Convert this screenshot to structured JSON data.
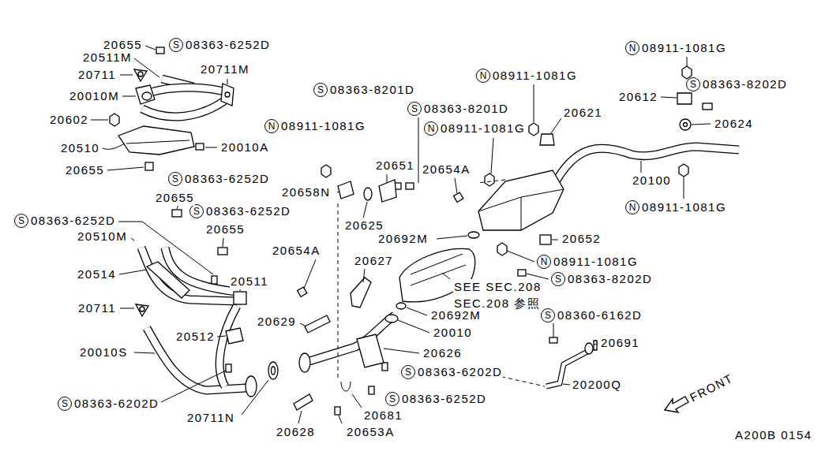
{
  "diagram": {
    "nodes": [
      {
        "text": [
          "S",
          "08363-6252D"
        ]
      },
      {
        "text": [
          "N",
          "08911-1081G"
        ]
      },
      {
        "text": [
          "N",
          "08911-1081G"
        ]
      },
      {
        "text": [
          "S",
          "08363-8202D"
        ]
      },
      {
        "text": [
          "S",
          "08363-8201D"
        ]
      },
      {
        "text": [
          "S",
          "08363-8201D"
        ]
      },
      {
        "text": [
          "N",
          "08911-1081G"
        ]
      },
      {
        "text": [
          "N",
          "08911-1081G"
        ]
      },
      {
        "text": [
          "S",
          "08363-6252D"
        ]
      },
      {
        "text": [
          "N",
          "08911-1081G"
        ]
      },
      {
        "text": [
          "S",
          "08363-6252D"
        ]
      },
      {
        "text": [
          "S",
          "08363-6252D"
        ]
      },
      {
        "text": [
          "N",
          "08911-1081G"
        ]
      },
      {
        "text": [
          "S",
          "08363-8202D"
        ]
      },
      {
        "text": [
          "S",
          "08360-6162D"
        ]
      },
      {
        "text": [
          "S",
          "08363-6202D"
        ]
      },
      {
        "text": [
          "S",
          "08363-6252D"
        ]
      },
      {
        "text": [
          "S",
          "08363-6202D"
        ]
      }
    ],
    "labels": [
      "20655",
      "20511M",
      "20711M",
      "20711",
      "20010M",
      "20602",
      "20510",
      "20010A",
      "20655",
      "20658N",
      "20655",
      "20651",
      "20654A",
      "20100",
      "20621",
      "20612",
      "20624",
      "20655",
      "20625",
      "20510M",
      "20692M",
      "20652",
      "20654A",
      "20627",
      "20514",
      "20511",
      "SEE SEC.208",
      "SEC.208 参照",
      "20711",
      "20692M",
      "20629",
      "20010",
      "20512",
      "20691",
      "20010S",
      "20626",
      "20200Q",
      "FRONT",
      "20711N",
      "20681",
      "20628",
      "20653A",
      "A200B 0154"
    ]
  }
}
